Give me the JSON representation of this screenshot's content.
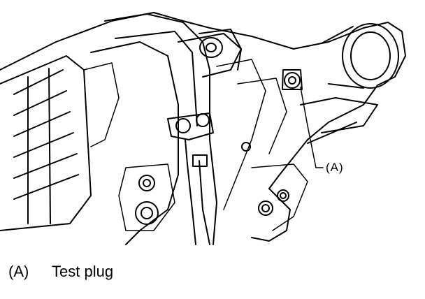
{
  "diagram": {
    "callout_marker": "(A)",
    "callout_ref": "A"
  },
  "legend": {
    "items": [
      {
        "key": "(A)",
        "label": "Test plug"
      }
    ]
  }
}
